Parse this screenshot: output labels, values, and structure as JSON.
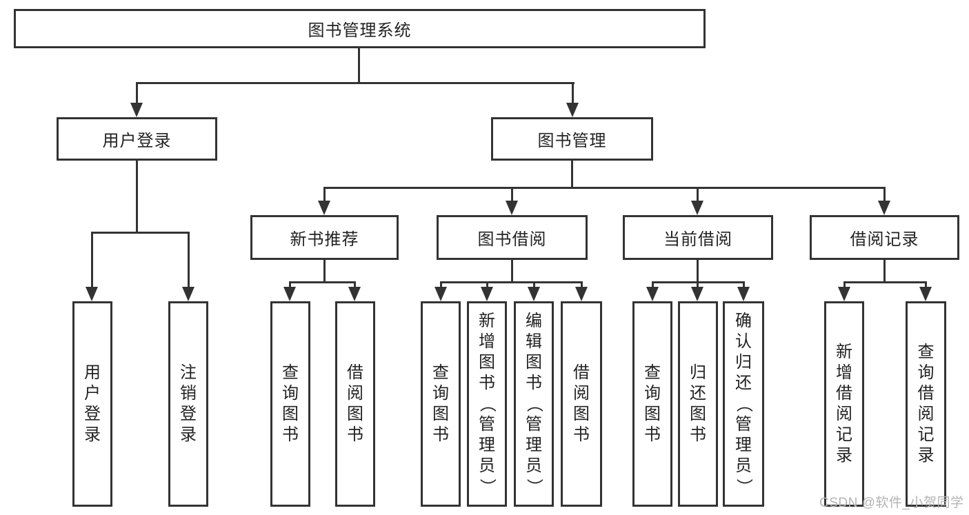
{
  "colors": {
    "line": "#333333",
    "box_border": "#333333",
    "text": "#222222",
    "watermark": "#b3b3b3",
    "background": "#ffffff"
  },
  "diagram": {
    "root": {
      "label": "图书管理系统"
    },
    "level2": [
      {
        "label": "用户登录"
      },
      {
        "label": "图书管理"
      }
    ],
    "level3": [
      {
        "label": "新书推荐"
      },
      {
        "label": "图书借阅"
      },
      {
        "label": "当前借阅"
      },
      {
        "label": "借阅记录"
      }
    ],
    "leaves": [
      {
        "label": "用户登录"
      },
      {
        "label": "注销登录"
      },
      {
        "label": "查询图书"
      },
      {
        "label": "借阅图书"
      },
      {
        "label": "查询图书"
      },
      {
        "label": "新增图书（管理员）"
      },
      {
        "label": "编辑图书（管理员）"
      },
      {
        "label": "借阅图书"
      },
      {
        "label": "查询图书"
      },
      {
        "label": "归还图书"
      },
      {
        "label": "确认归还（管理员）"
      },
      {
        "label": "新增借阅记录"
      },
      {
        "label": "查询借阅记录"
      }
    ]
  },
  "watermark": {
    "text": "CSDN @软件_小贺同学"
  }
}
